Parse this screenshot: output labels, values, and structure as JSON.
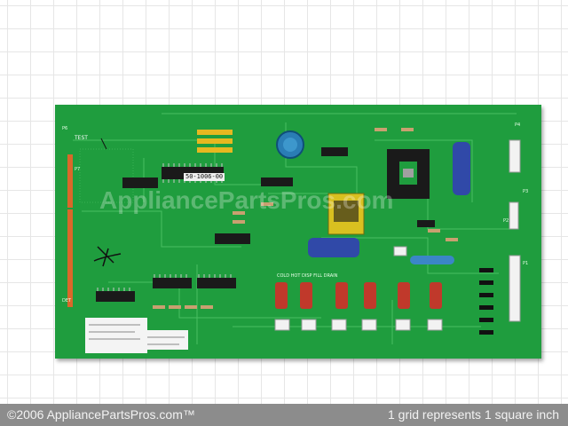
{
  "footer": {
    "copyright": "©2006 AppliancePartsPros.com™",
    "scale_note": "1 grid represents 1 square inch"
  },
  "watermark": "AppliancePartsPros.com",
  "board": {
    "chip_label": "50-1006-00",
    "test_label": "TEST",
    "labels": {
      "p4": "P4",
      "p6": "P6",
      "p7": "P7",
      "p1": "P1",
      "p2": "P2",
      "p3": "P3",
      "det": "DET",
      "relay_row": "COLD  HOT  DISP  FILL  DRAIN"
    }
  }
}
